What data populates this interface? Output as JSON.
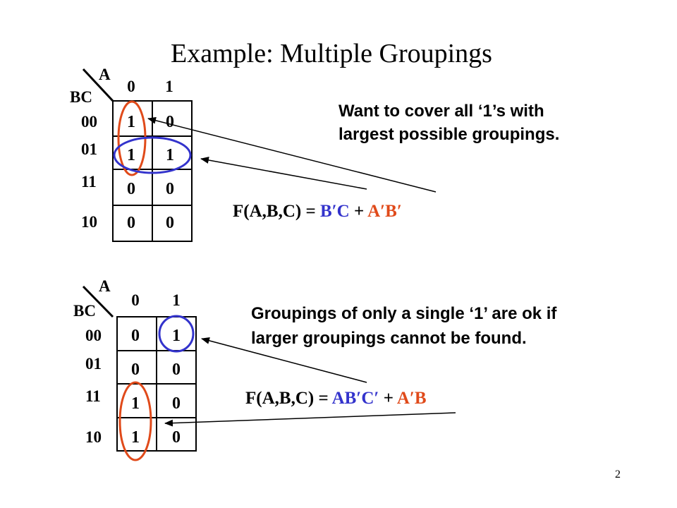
{
  "title": "Example: Multiple Groupings",
  "page_number": "2",
  "colors": {
    "blue": "#3333cc",
    "red": "#e04a1a",
    "black": "#000000"
  },
  "example1": {
    "var_a": "A",
    "var_bc": "BC",
    "col_headers": [
      "0",
      "1"
    ],
    "row_headers": [
      "00",
      "01",
      "11",
      "10"
    ],
    "cells": [
      [
        "1",
        "0"
      ],
      [
        "1",
        "1"
      ],
      [
        "0",
        "0"
      ],
      [
        "0",
        "0"
      ]
    ],
    "note_line1": "Want to cover all ‘1’s with",
    "note_line2": "largest possible groupings.",
    "eq_prefix": "F(A,B,C) = ",
    "eq_term1": "B′C",
    "eq_plus": " + ",
    "eq_term2": "A′B′"
  },
  "example2": {
    "var_a": "A",
    "var_bc": "BC",
    "col_headers": [
      "0",
      "1"
    ],
    "row_headers": [
      "00",
      "01",
      "11",
      "10"
    ],
    "cells": [
      [
        "0",
        "1"
      ],
      [
        "0",
        "0"
      ],
      [
        "1",
        "0"
      ],
      [
        "1",
        "0"
      ]
    ],
    "note_line1": "Groupings of only a single ‘1’ are ok if",
    "note_line2": "larger groupings cannot be found.",
    "eq_prefix": "F(A,B,C) = ",
    "eq_term1": "AB′C′",
    "eq_plus": " + ",
    "eq_term2": "A′B"
  }
}
